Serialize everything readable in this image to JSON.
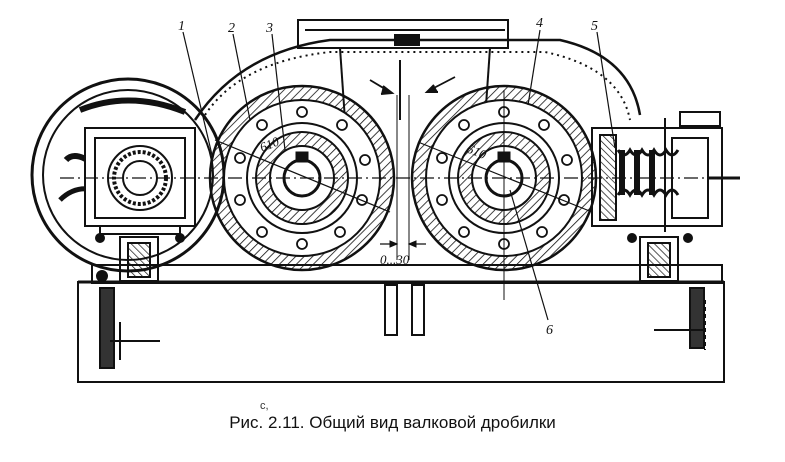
{
  "figure": {
    "caption": "Рис. 2.11. Общий вид валковой дробилки",
    "caption_mark": "с,",
    "callouts": [
      "1",
      "2",
      "3",
      "4",
      "5",
      "6"
    ],
    "roll_diameter_left": "610",
    "roll_diameter_right": "610",
    "gap_dimension": "0...30"
  }
}
